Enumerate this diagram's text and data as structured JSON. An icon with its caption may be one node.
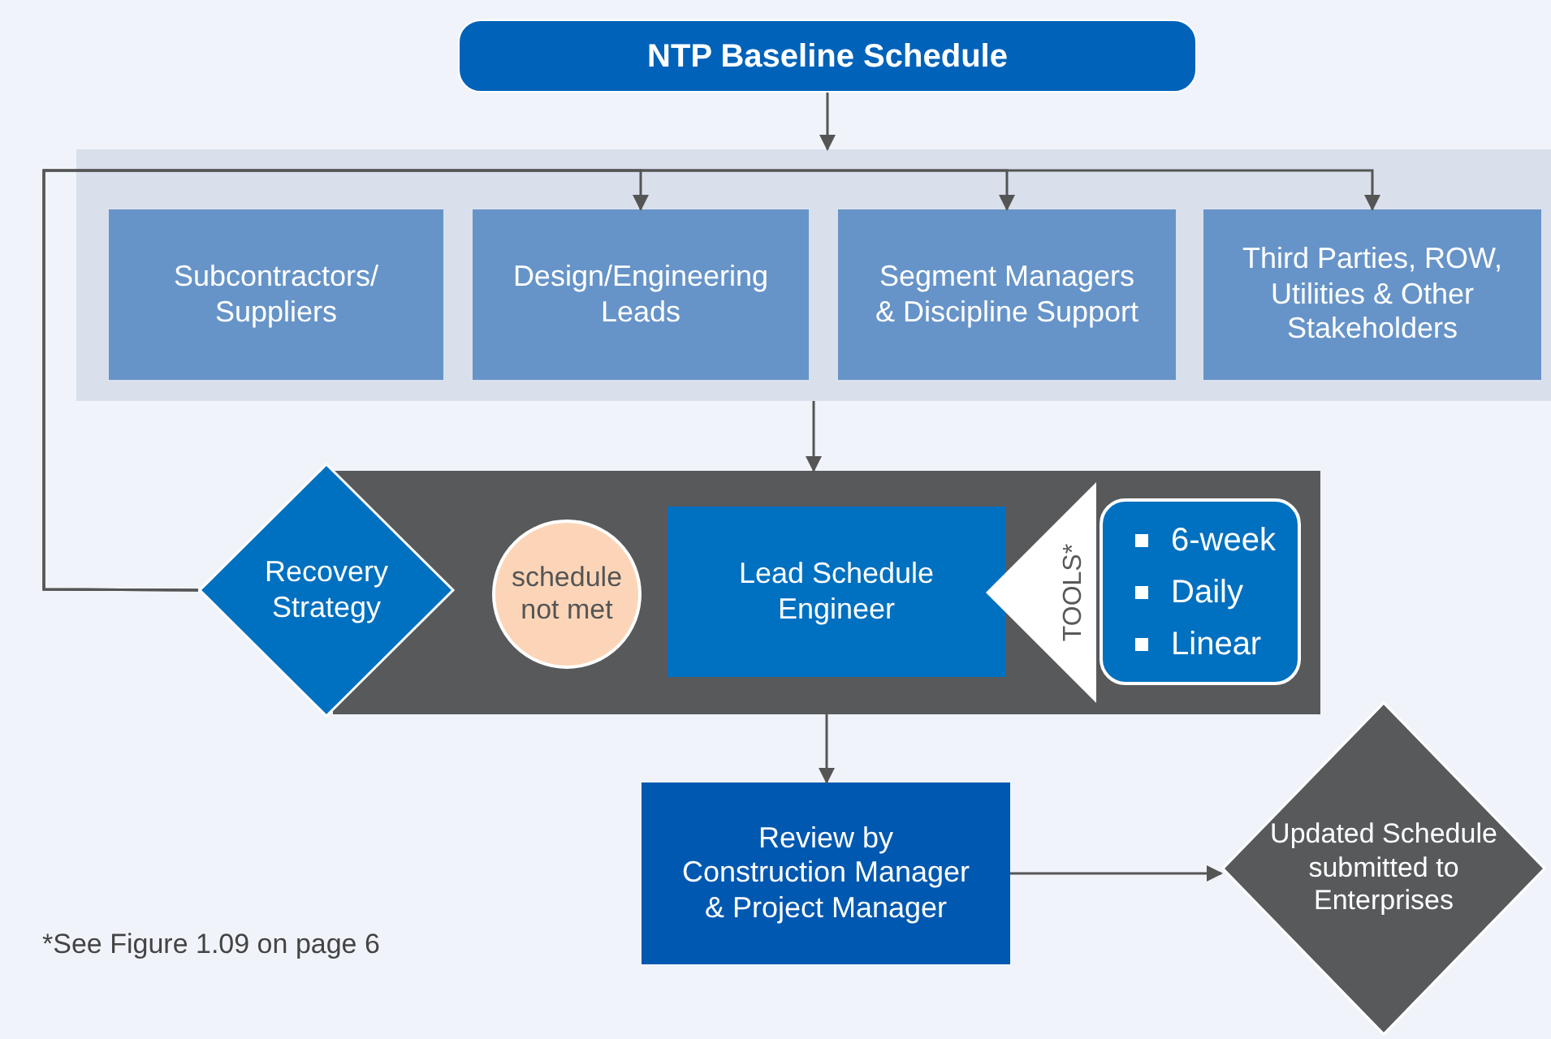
{
  "diagram": {
    "nodes": [
      {
        "text": [
          "NTP Baseline Schedule"
        ]
      },
      {
        "text": [],
        "shape": "box"
      },
      {
        "text": [
          "Subcontractors/ Suppliers"
        ],
        "in": 1
      },
      {
        "text": [
          "Design/Engineering Leads"
        ],
        "in": 1
      },
      {
        "text": [
          "Segment Managers & Discipline Support"
        ],
        "in": 1
      },
      {
        "text": [
          "Third Parties, ROW, Utilities & Other Stakeholders"
        ],
        "in": 1
      },
      {
        "text": [],
        "shape": "box"
      },
      {
        "text": [
          "Recovery Strategy"
        ]
      },
      {
        "text": [
          "schedule not met"
        ],
        "in": 6
      },
      {
        "text": [
          "Lead Schedule Engineer"
        ],
        "in": 6
      },
      {
        "text": [
          "TOOLS*"
        ],
        "in": 6
      },
      {
        "text": [
          "6-week",
          "Daily",
          "Linear"
        ],
        "in": 6
      },
      {
        "text": [
          "Review by Construction Manager & Project Manager"
        ]
      },
      {
        "text": [
          "Updated Schedule submitted to Enterprises"
        ]
      }
    ],
    "edges": [
      {
        "from": 0,
        "to": 1,
        "arrow": "to"
      },
      {
        "from": 7,
        "to": 3,
        "arrow": "to"
      },
      {
        "from": 7,
        "to": 4,
        "arrow": "to"
      },
      {
        "from": 7,
        "to": 5,
        "arrow": "to"
      },
      {
        "from": 1,
        "to": 6,
        "arrow": "to"
      },
      {
        "from": 6,
        "to": 12,
        "arrow": "to"
      },
      {
        "from": 12,
        "to": 13,
        "arrow": "to"
      }
    ],
    "labels": [
      "*See Figure 1.09 on page 6"
    ]
  }
}
